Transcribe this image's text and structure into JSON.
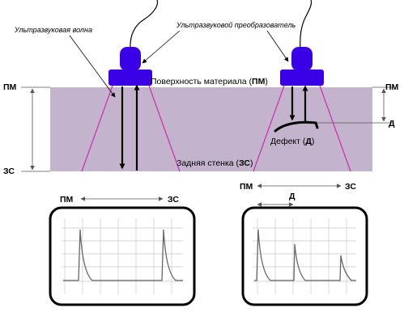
{
  "labels": {
    "wave": "Ультразвуковая волна",
    "transducer": "Ультразвуковой преобразователь",
    "surface_text": "Поверхность материала (",
    "surface_abbr": "ПМ",
    "surface_close": ")",
    "back_text": "Задняя стенка (",
    "back_abbr": "ЗС",
    "back_close": ")",
    "defect_text": "Дефект (",
    "defect_abbr": "Д",
    "defect_close": ")",
    "pm_left": "ПМ",
    "zs_left": "ЗС",
    "pm_right": "ПМ",
    "d_right": "Д",
    "screen1_pm": "ПМ",
    "screen1_zs": "ЗС",
    "screen2_pm": "ПМ",
    "screen2_d": "Д",
    "screen2_zs": "ЗС"
  },
  "colors": {
    "material": "#c3b3cc",
    "transducer": "#3a00e6",
    "beam": "#d12ab0",
    "echo": "#666666",
    "grid": "#c8c8c8"
  }
}
